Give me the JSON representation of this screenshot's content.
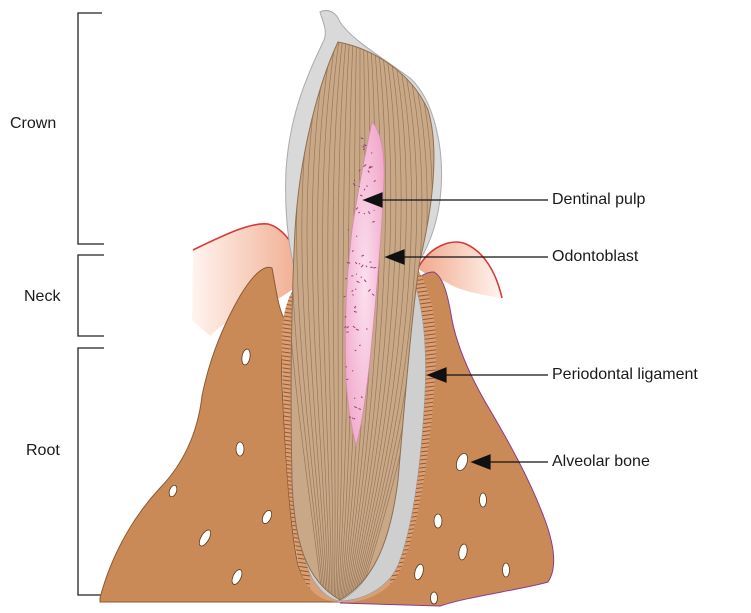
{
  "regions": {
    "crown": "Crown",
    "neck": "Neck",
    "root": "Root"
  },
  "parts": {
    "dentinal_pulp": "Dentinal pulp",
    "odontoblast": "Odontoblast",
    "periodontal_ligament": "Periodontal ligament",
    "alveolar_bone": "Alveolar bone"
  },
  "colors": {
    "bone": "#c98a58",
    "bone_outline": "#8a5a32",
    "dentin": "#c9a888",
    "dentin_lines": "#8f6f52",
    "enamel": "#d9d9d9",
    "pulp": "#f3b8d4",
    "pulp_dots": "#9b3a7a",
    "gum": "#f4c4ad",
    "gum_edge": "#d83838",
    "ligament": "#b86a3a",
    "cementum": "#c8c8c8"
  }
}
